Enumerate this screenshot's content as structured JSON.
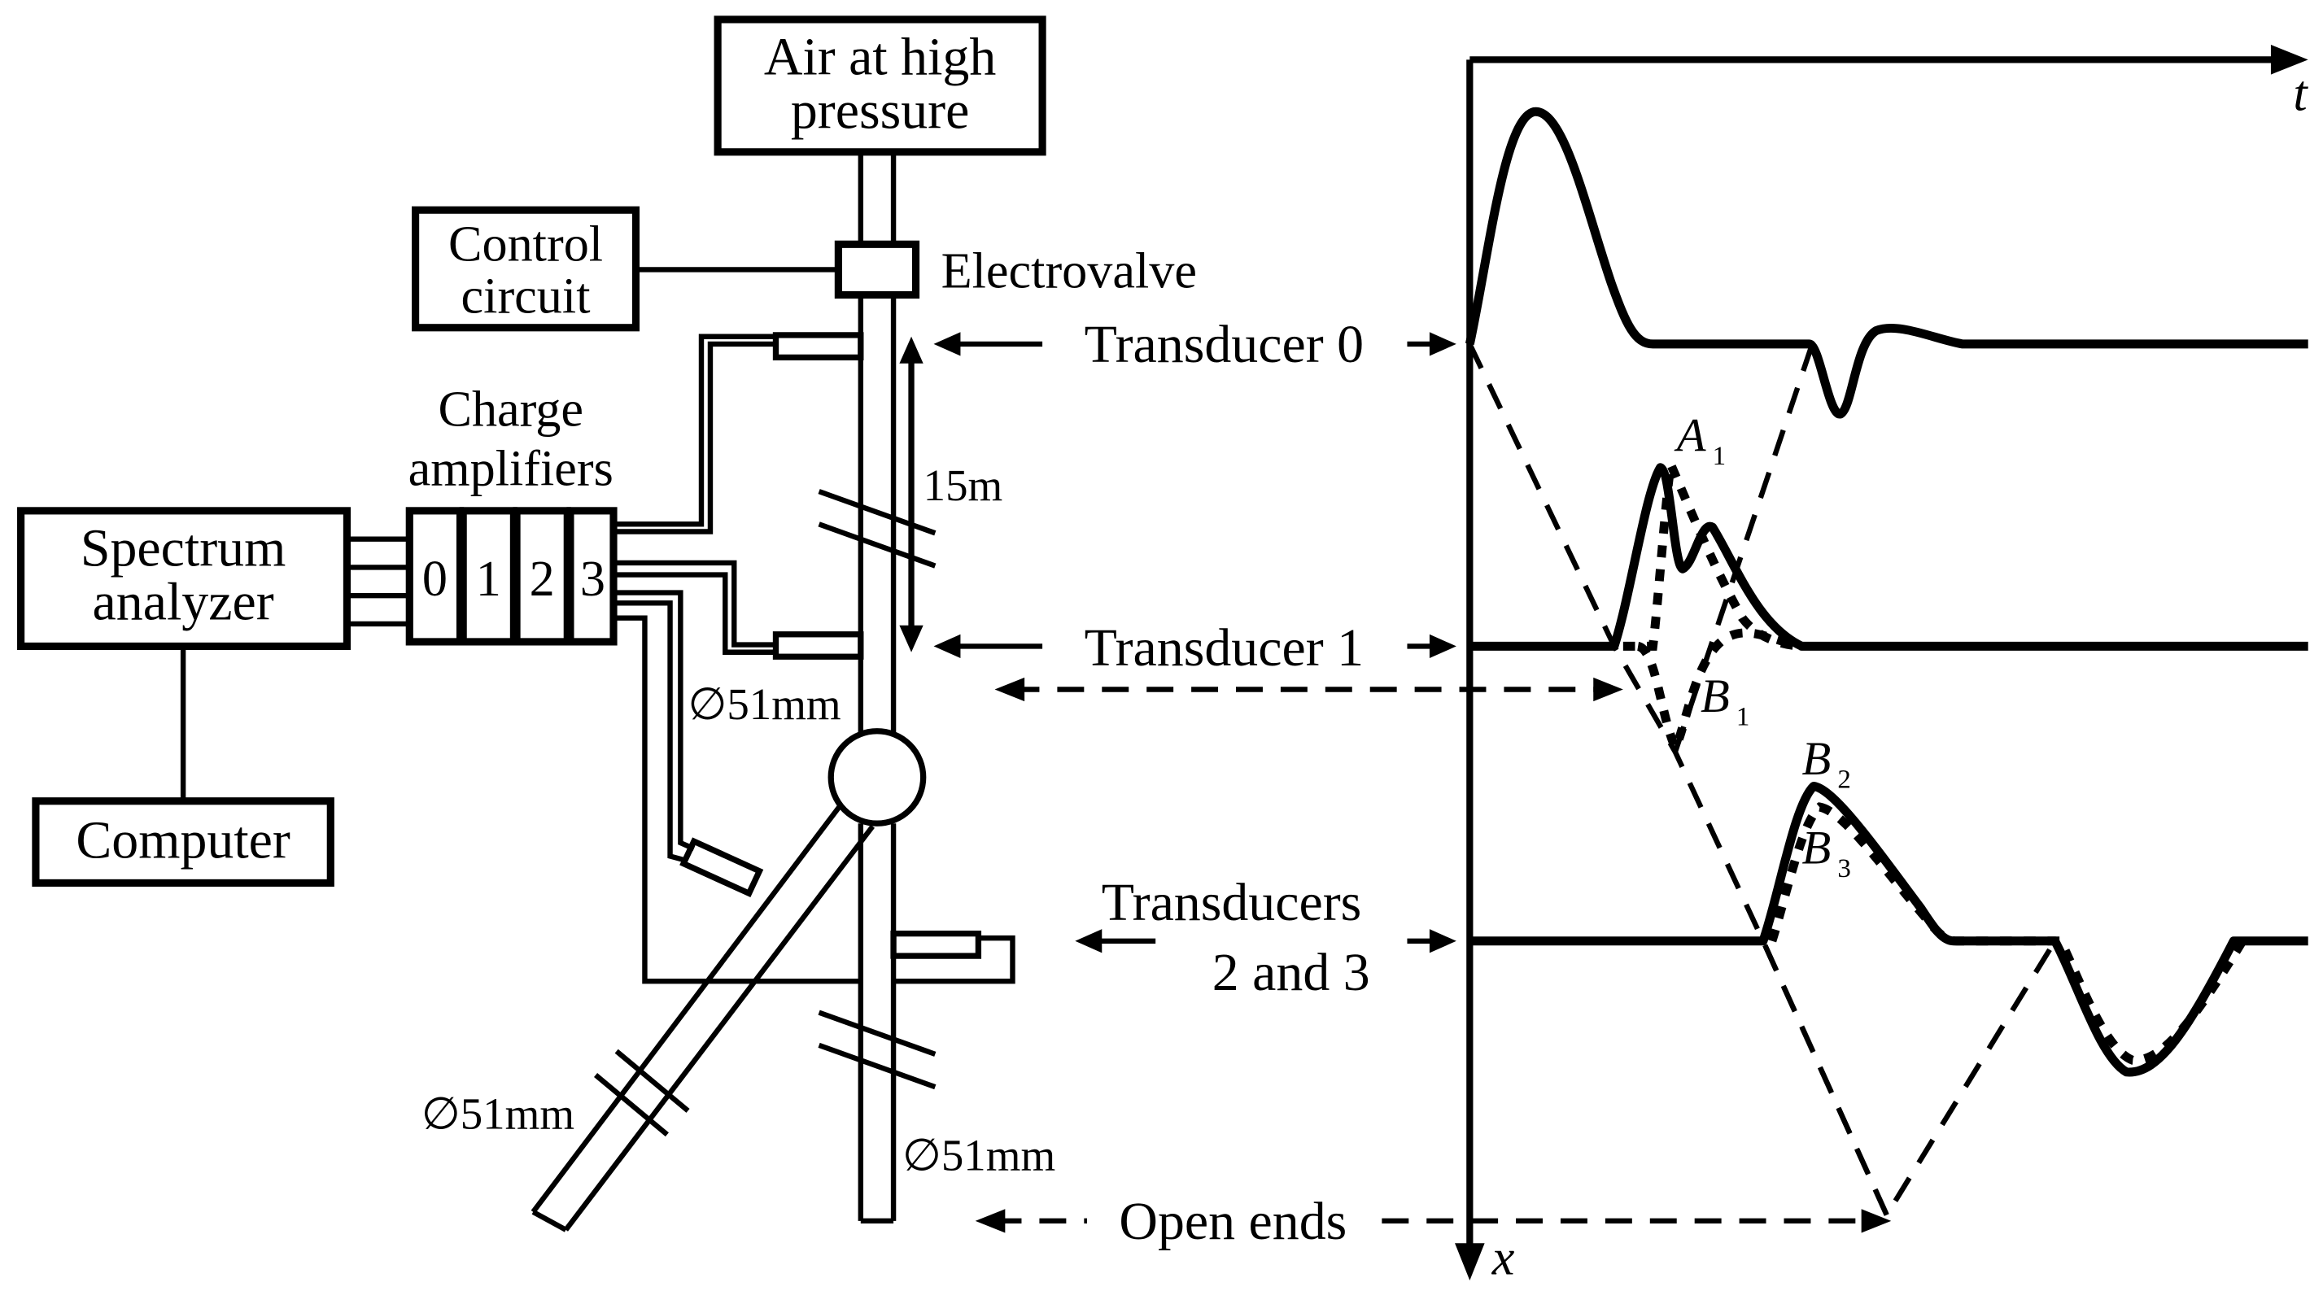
{
  "boxes": {
    "air": [
      "Air at high",
      "pressure"
    ],
    "control": [
      "Control",
      "circuit"
    ],
    "spectrum": [
      "Spectrum",
      "analyzer"
    ],
    "computer": "Computer"
  },
  "amplifiers": {
    "title": [
      "Charge",
      "amplifiers"
    ],
    "channels": [
      "0",
      "1",
      "2",
      "3"
    ]
  },
  "labels": {
    "electrovalve": "Electrovalve",
    "transducer0": "Transducer 0",
    "transducer1": "Transducer 1",
    "transducers23": [
      "Transducers",
      "2 and 3"
    ],
    "distance": "15m",
    "diam1": "∅51mm",
    "diam2": "∅51mm",
    "diam3": "∅51mm",
    "open_ends": "Open ends"
  },
  "axes": {
    "t": "t",
    "x": "x"
  },
  "points": {
    "A1": {
      "base": "A",
      "sub": "1"
    },
    "B1": {
      "base": "B",
      "sub": "1"
    },
    "B2": {
      "base": "B",
      "sub": "2"
    },
    "B3": {
      "base": "B",
      "sub": "3"
    }
  }
}
